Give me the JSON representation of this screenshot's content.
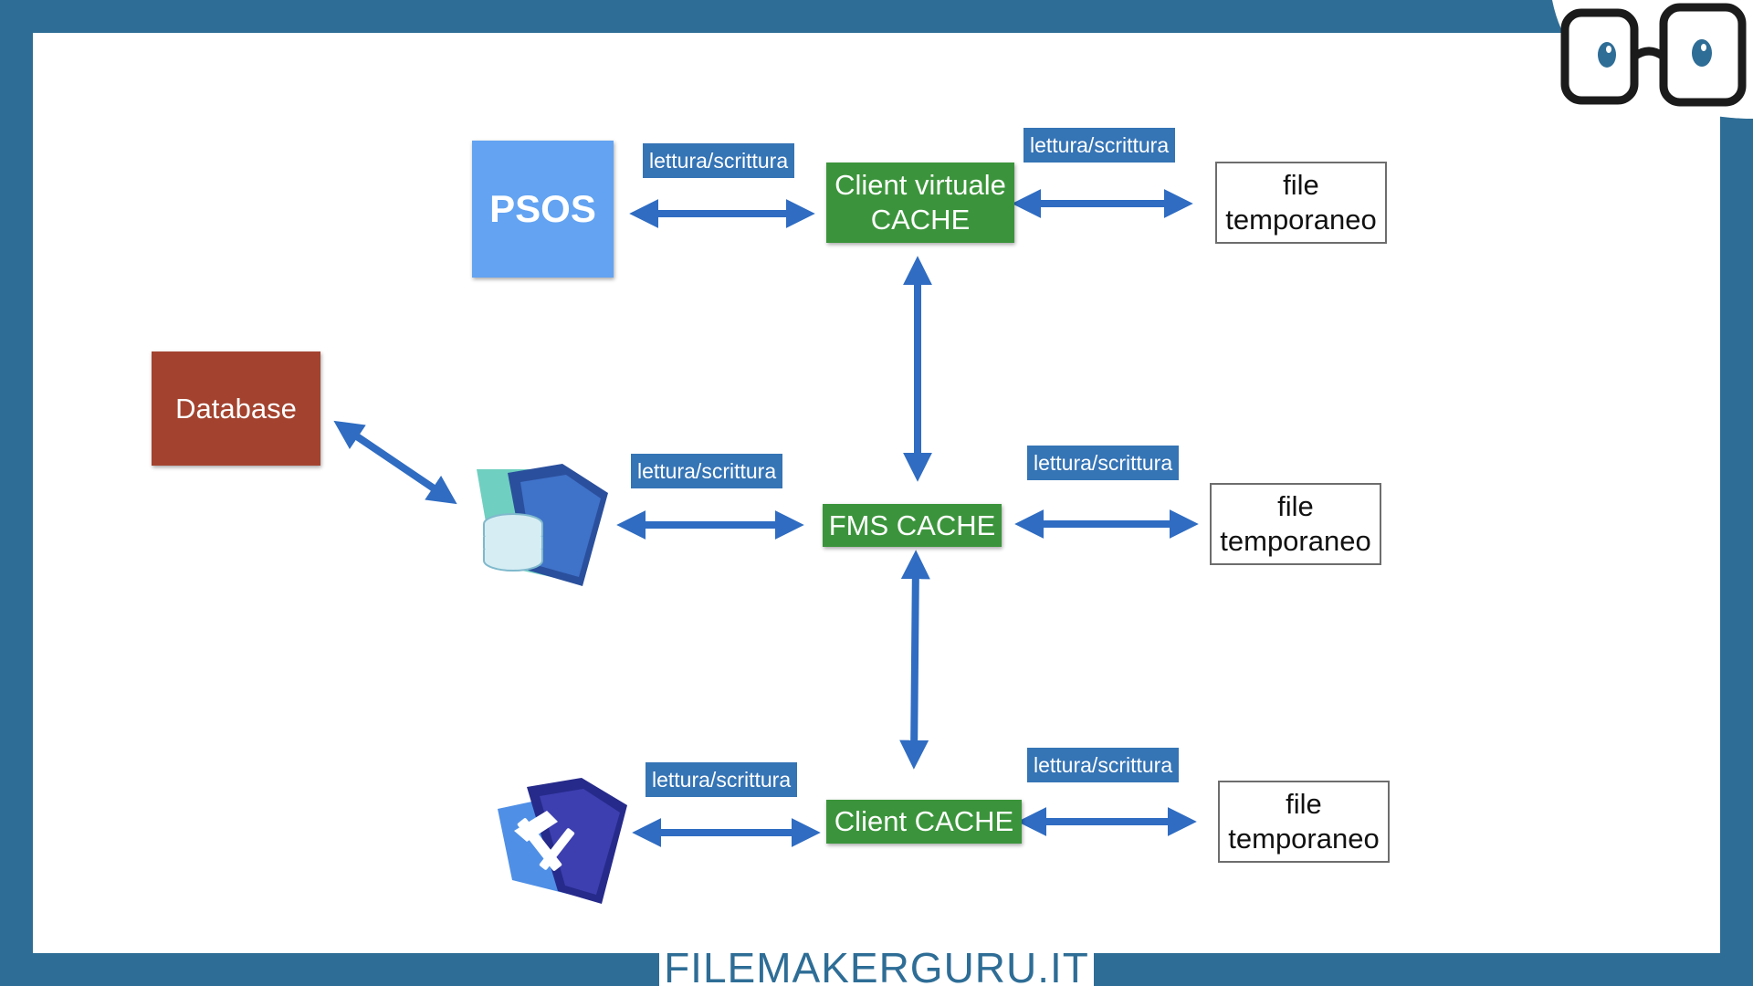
{
  "nodes": {
    "psos": "PSOS",
    "database": "Database",
    "client_virtual_cache": [
      "Client virtuale",
      "CACHE"
    ],
    "fms_cache": "FMS CACHE",
    "client_cache": "Client CACHE",
    "temp_file": [
      "file",
      "temporaneo"
    ]
  },
  "edge_label": "lettura/scrittura",
  "brand": "FILEMAKERGURU.IT",
  "icons": [
    "filemaker-server-icon",
    "filemaker-pro-icon",
    "glasses-logo-icon"
  ],
  "colors": {
    "frame": "#2e6d96",
    "psos": "#63a3f2",
    "database": "#a3432f",
    "cache": "#3b943b",
    "label": "#3574b5",
    "arrow": "#2f6cc2"
  }
}
